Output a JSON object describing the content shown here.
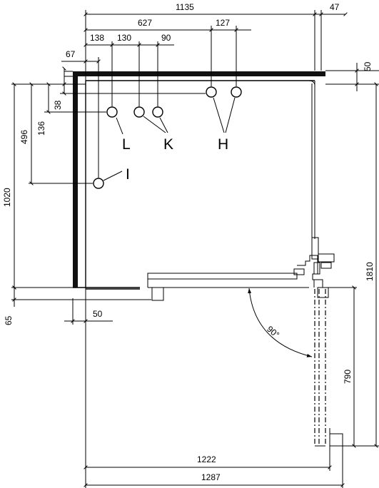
{
  "dimensions": {
    "total_width": "1135",
    "side_panel": "47",
    "to_h": "627",
    "h_spacing": "127",
    "l_offset": "138",
    "k_offset": "130",
    "k_spacing": "90",
    "i_offset": "67",
    "top_wall": "50",
    "i_height": "496",
    "l_height": "136",
    "h_height": "38",
    "total_height": "1020",
    "right_height": "1810",
    "floor": "65",
    "left_wall": "50",
    "door_width": "790",
    "inner_width": "1222",
    "outer_width": "1287",
    "angle": "90°"
  },
  "labels": {
    "l": "L",
    "k": "K",
    "h": "H",
    "i": "I"
  }
}
